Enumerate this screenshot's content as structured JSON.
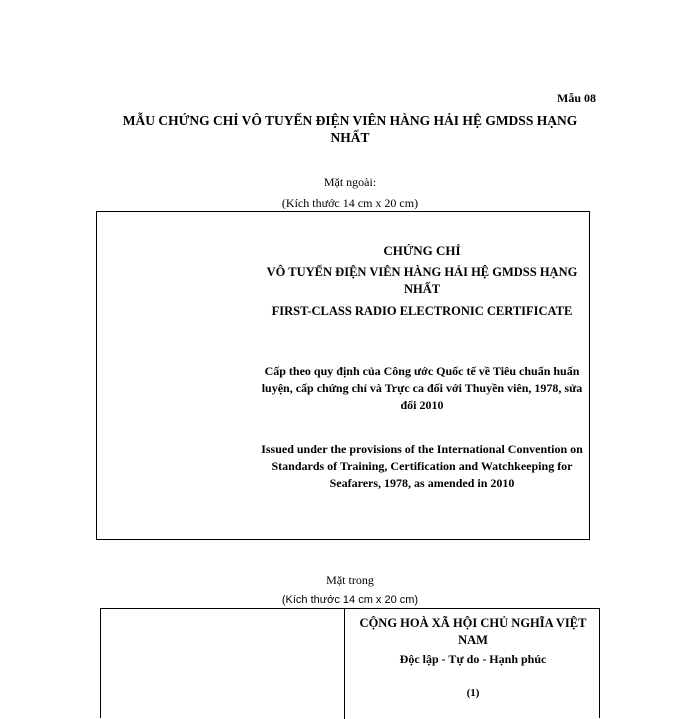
{
  "form_code": "Mẫu 08",
  "document_title": "MẪU CHỨNG CHỈ VÔ TUYẾN ĐIỆN VIÊN HÀNG HẢI HỆ GMDSS HẠNG NHẤT",
  "outer_side": {
    "label": "Mặt ngoài:",
    "size": "(Kích thước 14 cm x 20 cm)",
    "heading": "CHỨNG CHỈ",
    "title_vn": "VÔ TUYẾN ĐIỆN VIÊN HÀNG HẢI HỆ GMDSS HẠNG NHẤT",
    "title_en": "FIRST-CLASS RADIO ELECTRONIC CERTIFICATE",
    "issued_vn": "Cấp theo quy định của Công ước Quốc tế về Tiêu chuẩn huấn luyện, cấp chứng chỉ và Trực ca đối với Thuyền viên, 1978, sửa đổi 2010",
    "issued_en": "Issued under the provisions of the International Convention on Standards of Training, Certification and Watchkeeping for Seafarers, 1978, as amended in 2010"
  },
  "inner_side": {
    "label": "Mặt trong",
    "size": "(Kích thước 14 cm x 20 cm)",
    "republic": "CỘNG HOÀ XÃ HỘI CHỦ NGHĨA VIỆT NAM",
    "motto": "Độc lập - Tự do - Hạnh phúc",
    "field_marker": "(1)"
  }
}
